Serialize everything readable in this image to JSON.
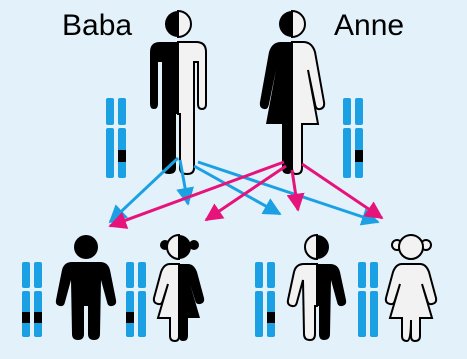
{
  "labels": {
    "father": "Baba",
    "mother": "Anne"
  },
  "colors": {
    "background": "#e3f1fb",
    "chromosome": "#1ca0e4",
    "chromosome_band": "#000000",
    "father_arrows": "#1ca0e4",
    "mother_arrows": "#e6137a",
    "figure_dark": "#000000",
    "figure_light": "#f2f2f2",
    "outline": "#000000"
  },
  "figures": [
    {
      "name": "father",
      "icon": "man-icon",
      "fill": "half"
    },
    {
      "name": "mother",
      "icon": "woman-icon",
      "fill": "half"
    },
    {
      "name": "son-affected",
      "icon": "boy-icon",
      "fill": "dark"
    },
    {
      "name": "daughter-carrier",
      "icon": "girl-icon",
      "fill": "half"
    },
    {
      "name": "son-carrier",
      "icon": "boy-icon",
      "fill": "half"
    },
    {
      "name": "daughter-unaffected",
      "icon": "girl-icon",
      "fill": "light"
    }
  ],
  "inheritance_arrows": {
    "from_father": 4,
    "from_mother": 4
  }
}
